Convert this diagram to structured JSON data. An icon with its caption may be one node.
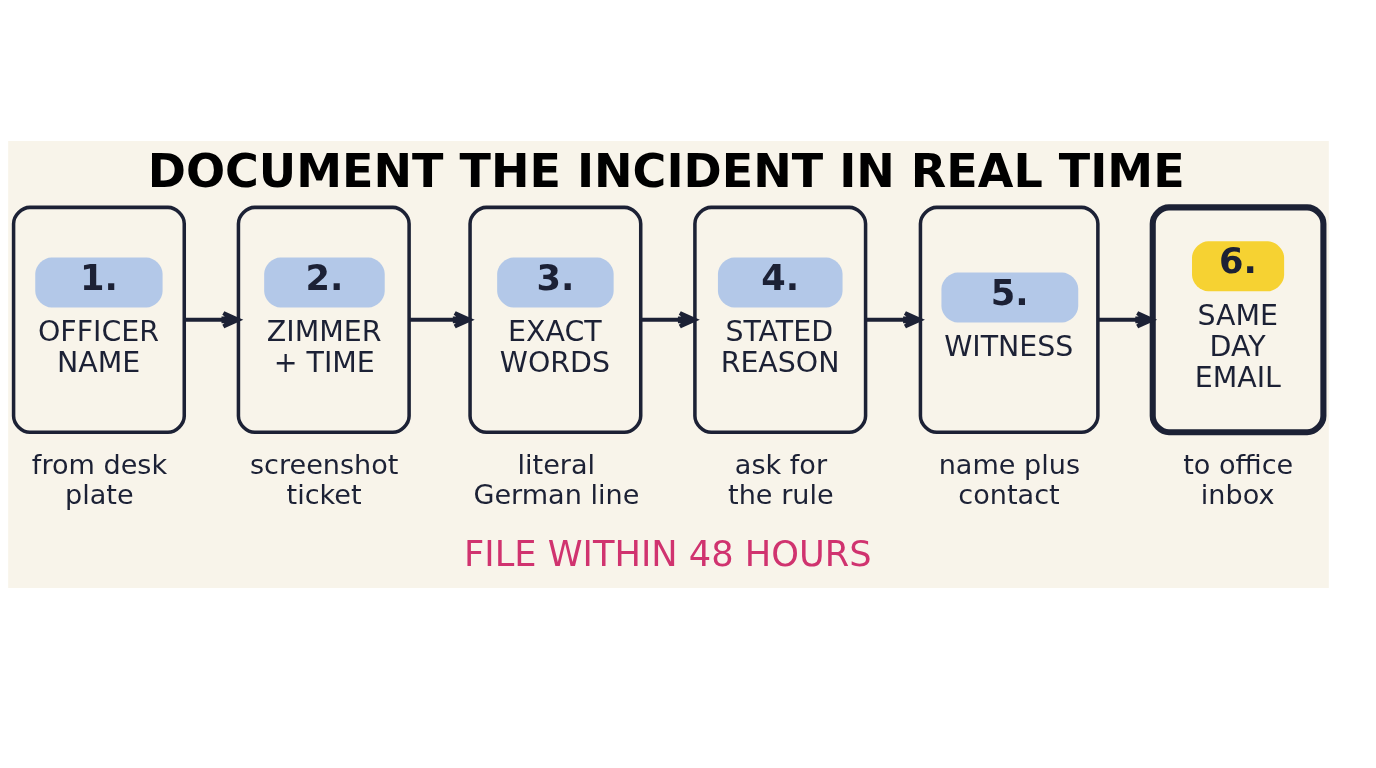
{
  "diagram": {
    "title": "DOCUMENT THE INCIDENT IN REAL TIME",
    "nodes": [
      {
        "text": [
          "1.",
          "OFFICER NAME"
        ],
        "beside": [
          "from desk plate"
        ]
      },
      {
        "text": [
          "2.",
          "ZIMMER + TIME"
        ],
        "beside": [
          "screenshot ticket"
        ]
      },
      {
        "text": [
          "3.",
          "EXACT WORDS"
        ],
        "beside": [
          "literal German line"
        ]
      },
      {
        "text": [
          "4.",
          "STATED REASON"
        ],
        "beside": [
          "ask for the rule"
        ]
      },
      {
        "text": [
          "5.",
          "WITNESS"
        ],
        "beside": [
          "name plus contact"
        ]
      },
      {
        "text": [
          "6.",
          "SAME DAY EMAIL"
        ],
        "beside": [
          "to office inbox"
        ]
      }
    ],
    "edges": [
      {
        "from": 0,
        "to": 1,
        "arrow": "to"
      },
      {
        "from": 1,
        "to": 2,
        "arrow": "to"
      },
      {
        "from": 2,
        "to": 3,
        "arrow": "to"
      },
      {
        "from": 3,
        "to": 4,
        "arrow": "to"
      },
      {
        "from": 4,
        "to": 5,
        "arrow": "to"
      }
    ],
    "labels": [
      "FILE WITHIN 48 HOURS"
    ]
  }
}
